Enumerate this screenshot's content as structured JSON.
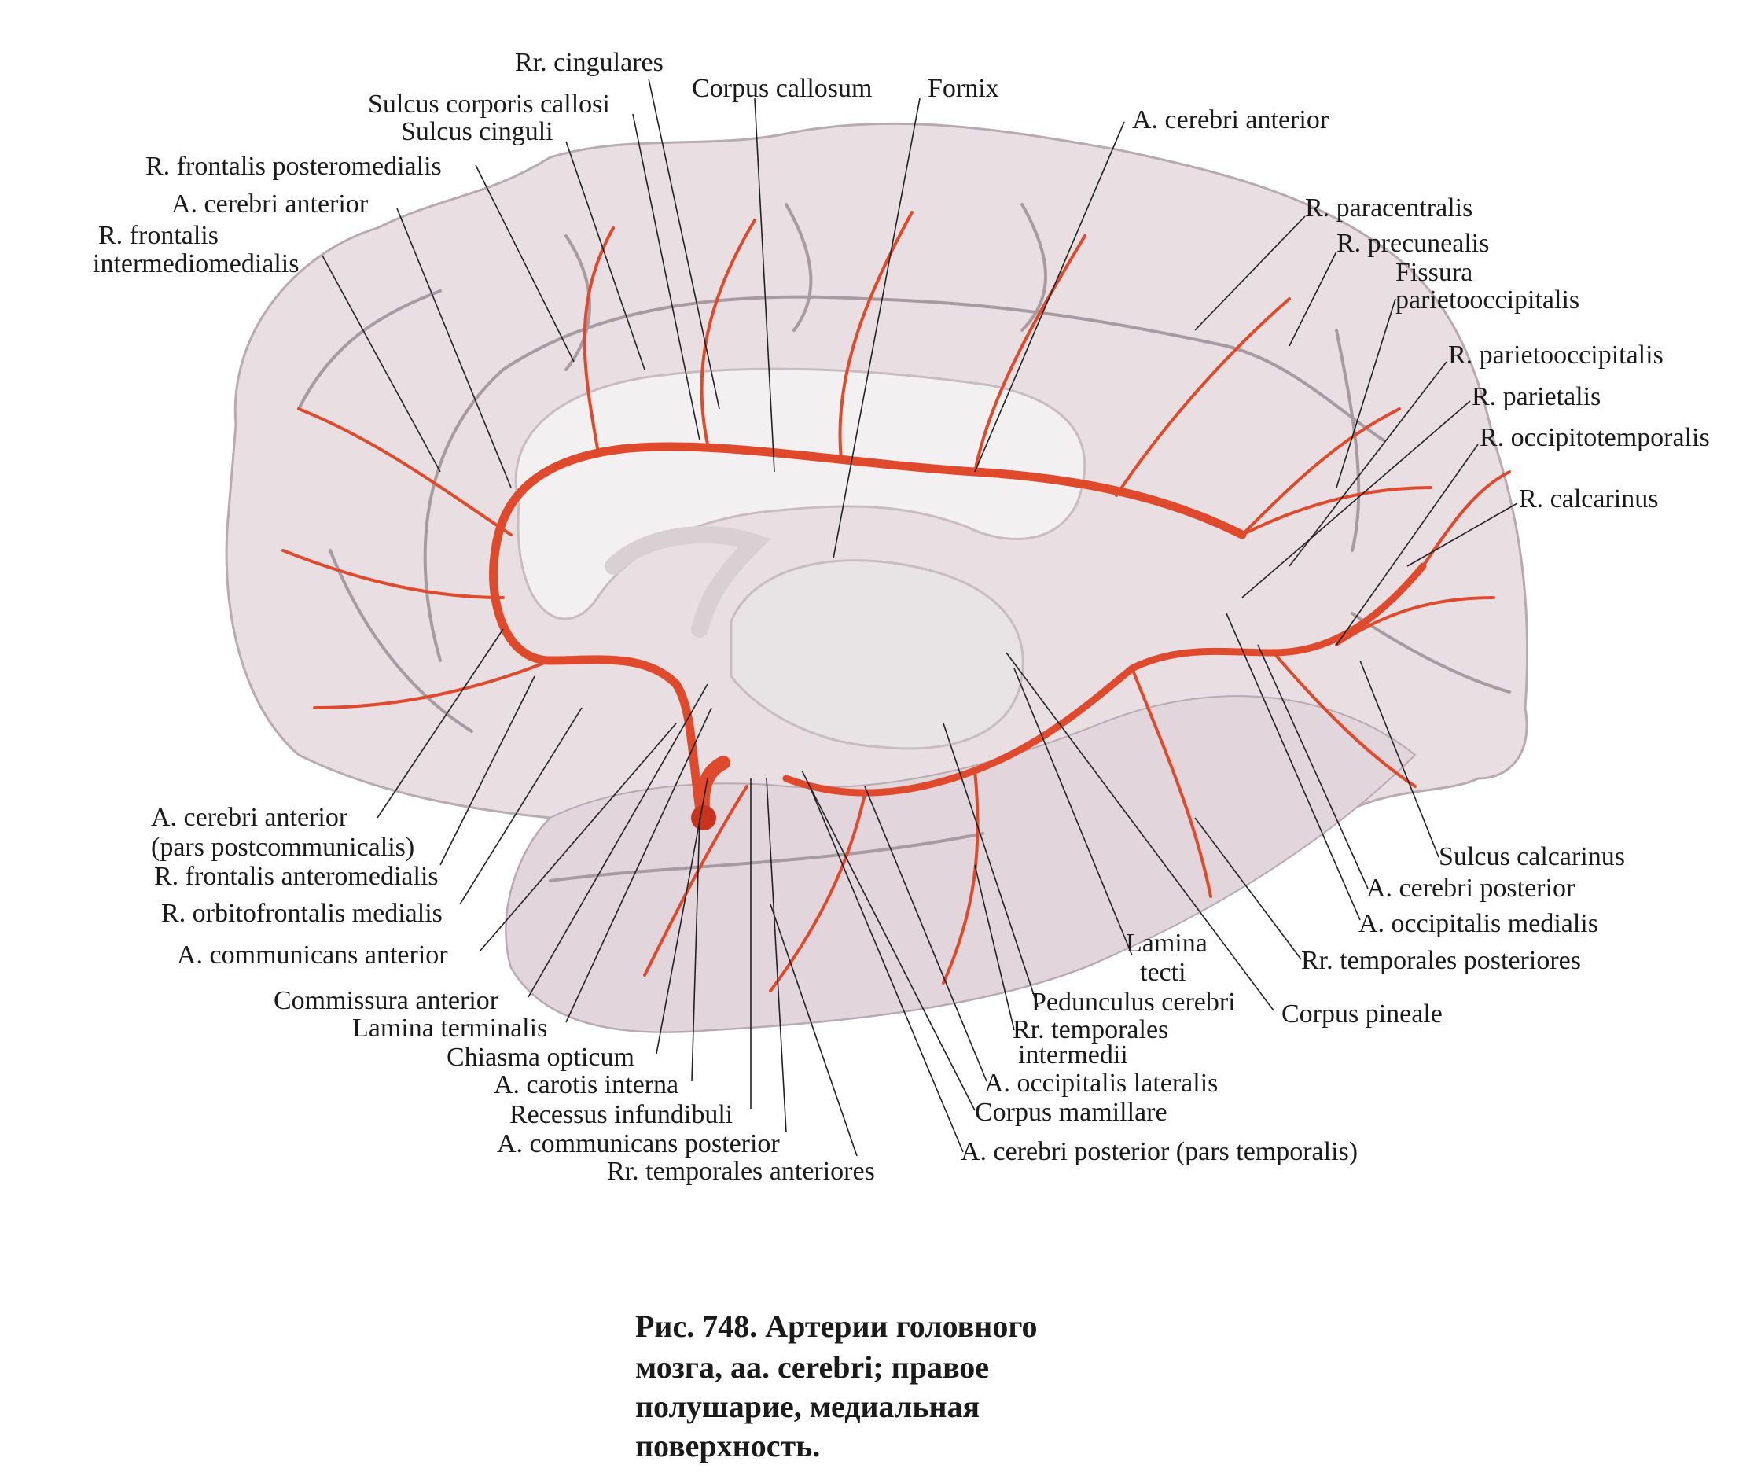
{
  "colors": {
    "cortex": "#e9dfe3",
    "cortex_shade": "#cdbfc6",
    "sulcus": "#a99aa2",
    "artery": "#e04a2c",
    "white_matter": "#f3f0f1",
    "text": "#1a1a1a"
  },
  "labels": {
    "rr_cingulares": "Rr. cingulares",
    "corpus_callosum": "Corpus callosum",
    "fornix": "Fornix",
    "sulcus_corporis_callosi": "Sulcus corporis callosi",
    "sulcus_cinguli": "Sulcus cinguli",
    "a_cerebri_anterior_top": "A. cerebri anterior",
    "r_frontalis_posteromedialis": "R. frontalis posteromedialis",
    "a_cerebri_anterior_left": "A. cerebri anterior",
    "r_frontalis_line1": "R. frontalis",
    "r_frontalis_line2": "intermediomedialis",
    "r_paracentralis": "R. paracentralis",
    "r_precunealis": "R. precunealis",
    "fissura_line1": "Fissura",
    "fissura_line2": "parietooccipitalis",
    "r_parietooccipitalis": "R. parietooccipitalis",
    "r_parietalis": "R. parietalis",
    "r_occipitotemporalis": "R. occipitotemporalis",
    "r_calcarinus": "R. calcarinus",
    "a_cerebri_anterior_pars_line1": "A. cerebri anterior",
    "a_cerebri_anterior_pars_line2": "(pars postcommunicalis)",
    "r_frontalis_anteromedialis": "R. frontalis anteromedialis",
    "r_orbitofrontalis_medialis": "R. orbitofrontalis medialis",
    "a_communicans_anterior": "A. communicans anterior",
    "commissura_anterior": "Commissura anterior",
    "lamina_terminalis": "Lamina terminalis",
    "chiasma_opticum": "Chiasma opticum",
    "a_carotis_interna": "A. carotis interna",
    "recessus_infundibuli": "Recessus infundibuli",
    "a_communicans_posterior": "A. communicans posterior",
    "rr_temporales_anteriores": "Rr. temporales anteriores",
    "lamina_tecti_line1": "Lamina",
    "lamina_tecti_line2": "tecti",
    "pedunculus_cerebri": "Pedunculus cerebri",
    "rr_temporales_intermedii_line1": "Rr. temporales",
    "rr_temporales_intermedii_line2": "intermedii",
    "a_occipitalis_lateralis": "A. occipitalis lateralis",
    "corpus_mamillare": "Corpus mamillare",
    "a_cerebri_posterior_pars_temporalis": "A. cerebri posterior (pars temporalis)",
    "sulcus_calcarinus": "Sulcus calcarinus",
    "a_cerebri_posterior": "A. cerebri posterior",
    "a_occipitalis_medialis": "A. occipitalis medialis",
    "rr_temporales_posteriores": "Rr. temporales posteriores",
    "corpus_pineale": "Corpus pineale"
  },
  "caption": {
    "line1": "Рис.  748.  Артерии  головного",
    "line2": "мозга,   аа.   cerebri;   правое",
    "line3": "полушарие,   медиальная",
    "line4": "поверхность."
  }
}
